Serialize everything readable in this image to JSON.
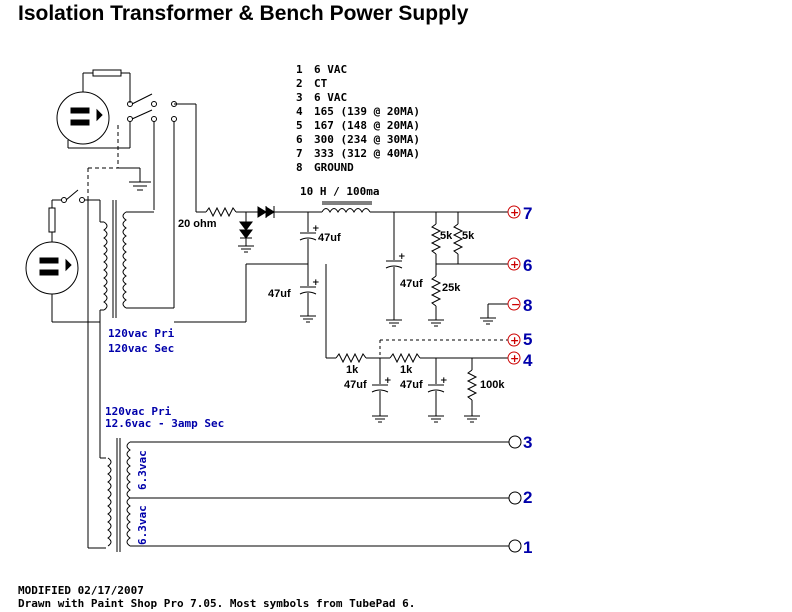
{
  "title": "Isolation Transformer & Bench Power Supply",
  "legend": [
    {
      "num": "1",
      "desc": "6 VAC"
    },
    {
      "num": "2",
      "desc": "CT"
    },
    {
      "num": "3",
      "desc": "6 VAC"
    },
    {
      "num": "4",
      "desc": "165 (139 @ 20MA)"
    },
    {
      "num": "5",
      "desc": "167 (148 @ 20MA)"
    },
    {
      "num": "6",
      "desc": "300 (234 @ 30MA)"
    },
    {
      "num": "7",
      "desc": "333 (312 @ 40MA)"
    },
    {
      "num": "8",
      "desc": "GROUND"
    }
  ],
  "labels": {
    "choke": "10 H / 100ma",
    "resistor_20": "20 ohm",
    "cap_47_top": "47uf",
    "cap_47_mid": "47uf",
    "cap_47_right": "47uf",
    "res_5k_a": "5k",
    "res_5k_b": "5k",
    "res_25k": "25k",
    "res_1k_a": "1k",
    "res_1k_b": "1k",
    "cap_47_low_a": "47uf",
    "cap_47_low_b": "47uf",
    "res_100k": "100k",
    "t1_pri": "120vac Pri",
    "t1_sec": "120vac Sec",
    "t2_pri": "120vac Pri",
    "t2_sec": "12.6vac - 3amp Sec",
    "t2_half_a": "6.3vac",
    "t2_half_b": "6.3vac"
  },
  "terminals": {
    "t7": "7",
    "t6": "6",
    "t8": "8",
    "t5": "5",
    "t4": "4",
    "t3": "3",
    "t2": "2",
    "t1": "1"
  },
  "footer": {
    "line1": "MODIFIED 02/17/2007",
    "line2": "Drawn with Paint Shop Pro 7.05.  Most symbols from TubePad 6."
  },
  "colors": {
    "accent": "#0000aa",
    "terminal_red": "#cc0000",
    "line": "#000000"
  }
}
